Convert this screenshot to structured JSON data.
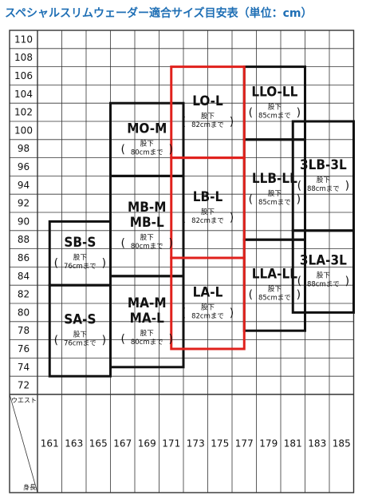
{
  "page": {
    "title": "スペシャルスリムウェーダー適合サイズ目安表（単位：cm）"
  },
  "chart_data": {
    "type": "table",
    "title": "スペシャルスリムウェーダー適合サイズ目安表（単位：cm）",
    "y_axis": {
      "label": "ウエスト",
      "ticks": [
        72,
        74,
        76,
        78,
        80,
        82,
        84,
        86,
        88,
        90,
        92,
        94,
        96,
        98,
        100,
        102,
        104,
        106,
        108,
        110
      ]
    },
    "x_axis": {
      "label": "身長",
      "ticks": [
        161,
        163,
        165,
        167,
        169,
        171,
        173,
        175,
        177,
        179,
        181,
        183,
        185
      ]
    },
    "line_colors": {
      "grid": "#333333",
      "size_box": "#111111",
      "highlight": "#e0211c"
    },
    "sizes": [
      {
        "name": "SB-S",
        "lines": [
          "SB-S"
        ],
        "inseam": [
          "股下",
          "76cmまで"
        ],
        "height": [
          161,
          166
        ],
        "waist": [
          83,
          90
        ],
        "highlight": false
      },
      {
        "name": "SA-S",
        "lines": [
          "SA-S"
        ],
        "inseam": [
          "股下",
          "76cmまで"
        ],
        "height": [
          161,
          166
        ],
        "waist": [
          73,
          83
        ],
        "highlight": false
      },
      {
        "name": "MO-M",
        "lines": [
          "MO-M"
        ],
        "inseam": [
          "股下",
          "80cmまで"
        ],
        "height": [
          166,
          172
        ],
        "waist": [
          95,
          103
        ],
        "highlight": false
      },
      {
        "name": "MB-M MB-L",
        "lines": [
          "MB-M",
          "MB-L"
        ],
        "inseam": [
          "股下",
          "80cmまで"
        ],
        "height": [
          166,
          172
        ],
        "waist": [
          84,
          95
        ],
        "highlight": false
      },
      {
        "name": "MA-M MA-L",
        "lines": [
          "MA-M",
          "MA-L"
        ],
        "inseam": [
          "股下",
          "80cmまで"
        ],
        "height": [
          166,
          172
        ],
        "waist": [
          74,
          84
        ],
        "highlight": false
      },
      {
        "name": "LO-L",
        "lines": [
          "LO-L"
        ],
        "inseam": [
          "股下",
          "82cmまで"
        ],
        "height": [
          171,
          177
        ],
        "waist": [
          97,
          107
        ],
        "highlight": true
      },
      {
        "name": "LB-L",
        "lines": [
          "LB-L"
        ],
        "inseam": [
          "股下",
          "82cmまで"
        ],
        "height": [
          171,
          177
        ],
        "waist": [
          86,
          97
        ],
        "highlight": true
      },
      {
        "name": "LA-L",
        "lines": [
          "LA-L"
        ],
        "inseam": [
          "股下",
          "82cmまで"
        ],
        "height": [
          171,
          177
        ],
        "waist": [
          76,
          86
        ],
        "highlight": true
      },
      {
        "name": "LLO-LL",
        "lines": [
          "LLO-LL"
        ],
        "inseam": [
          "股下",
          "85cmまで"
        ],
        "height": [
          177,
          182
        ],
        "waist": [
          99,
          107
        ],
        "highlight": false
      },
      {
        "name": "LLB-LL",
        "lines": [
          "LLB-LL"
        ],
        "inseam": [
          "股下",
          "85cmまで"
        ],
        "height": [
          177,
          182
        ],
        "waist": [
          88,
          99
        ],
        "highlight": false
      },
      {
        "name": "LLA-LL",
        "lines": [
          "LLA-LL"
        ],
        "inseam": [
          "股下",
          "85cmまで"
        ],
        "height": [
          177,
          182
        ],
        "waist": [
          78,
          88
        ],
        "highlight": false
      },
      {
        "name": "3LB-3L",
        "lines": [
          "3LB-3L"
        ],
        "inseam": [
          "股下",
          "88cmまで"
        ],
        "height": [
          181,
          186
        ],
        "waist": [
          89,
          101
        ],
        "highlight": false
      },
      {
        "name": "3LA-3L",
        "lines": [
          "3LA-3L"
        ],
        "inseam": [
          "股下",
          "88cmまで"
        ],
        "height": [
          181,
          186
        ],
        "waist": [
          80,
          89
        ],
        "highlight": false
      }
    ]
  }
}
